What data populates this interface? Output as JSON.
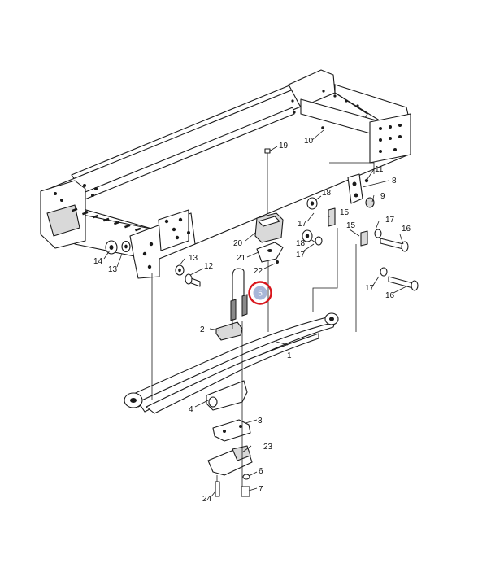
{
  "callouts": {
    "c1": "1",
    "c2": "2",
    "c3": "3",
    "c4": "4",
    "c5": "5",
    "c6": "6",
    "c7": "7",
    "c8": "8",
    "c9": "9",
    "c10": "10",
    "c11": "11",
    "c12": "12",
    "c13a": "13",
    "c13b": "13",
    "c14": "14",
    "c15a": "15",
    "c15b": "15",
    "c16a": "16",
    "c16b": "16",
    "c17a": "17",
    "c17b": "17",
    "c17c": "17",
    "c17d": "17",
    "c18a": "18",
    "c18b": "18",
    "c19": "19",
    "c20": "20",
    "c21": "21",
    "c22": "22",
    "c23": "23",
    "c24": "24"
  },
  "highlight": {
    "label": "5",
    "ring_color": "#d9161c",
    "fill_color": "#a8b7d8",
    "text_color": "#ffffff"
  }
}
